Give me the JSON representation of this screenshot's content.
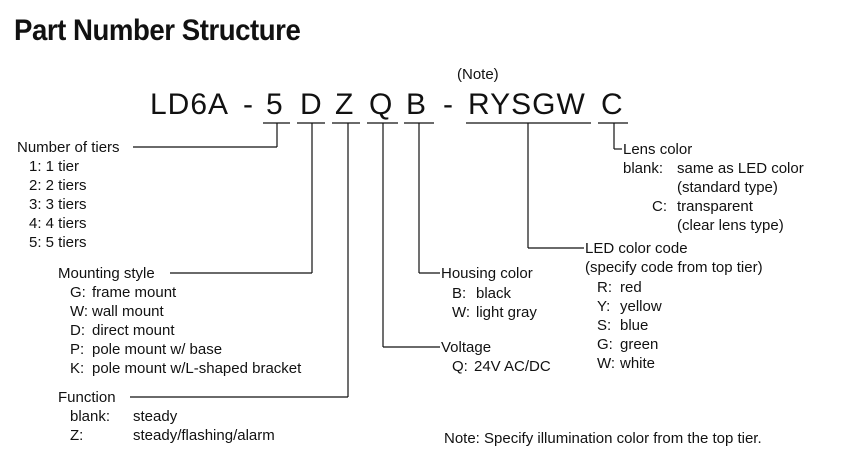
{
  "title": "Part Number Structure",
  "part_number": {
    "prefix": "LD6A",
    "dash1": "-",
    "c1": "5",
    "c2": "D",
    "c3": "Z",
    "c4": "Q",
    "c5": "B",
    "dash2": "-",
    "led": "RYSGW",
    "lens": "C",
    "note_label": "(Note)"
  },
  "tiers": {
    "heading": "Number of tiers",
    "items": [
      "1: 1 tier",
      "2: 2 tiers",
      "3: 3 tiers",
      "4: 4 tiers",
      "5: 5 tiers"
    ]
  },
  "mounting": {
    "heading": "Mounting style",
    "items": [
      {
        "code": "G:",
        "desc": "frame mount"
      },
      {
        "code": "W:",
        "desc": "wall mount"
      },
      {
        "code": "D:",
        "desc": "direct mount"
      },
      {
        "code": "P:",
        "desc": "pole mount w/ base"
      },
      {
        "code": "K:",
        "desc": "pole mount w/L-shaped bracket"
      }
    ]
  },
  "function": {
    "heading": "Function",
    "items": [
      {
        "code": "blank:",
        "desc": "steady"
      },
      {
        "code": "Z:",
        "desc": "steady/flashing/alarm"
      }
    ]
  },
  "voltage": {
    "heading": "Voltage",
    "items": [
      {
        "code": "Q:",
        "desc": "24V AC/DC"
      }
    ]
  },
  "housing": {
    "heading": "Housing color",
    "items": [
      {
        "code": "B:",
        "desc": "black"
      },
      {
        "code": "W:",
        "desc": "light gray"
      }
    ]
  },
  "led_color": {
    "heading": "LED color code",
    "subheading": "(specify code from top tier)",
    "items": [
      {
        "code": "R:",
        "desc": "red"
      },
      {
        "code": "Y:",
        "desc": "yellow"
      },
      {
        "code": "S:",
        "desc": "blue"
      },
      {
        "code": "G:",
        "desc": "green"
      },
      {
        "code": "W:",
        "desc": "white"
      }
    ]
  },
  "lens": {
    "heading": "Lens color",
    "blank_code": "blank:",
    "blank_desc": "same as LED color",
    "blank_sub": "(standard type)",
    "c_code": "C:",
    "c_desc": "transparent",
    "c_sub": "(clear lens type)"
  },
  "footer_note": "Note: Specify illumination color from the top tier."
}
